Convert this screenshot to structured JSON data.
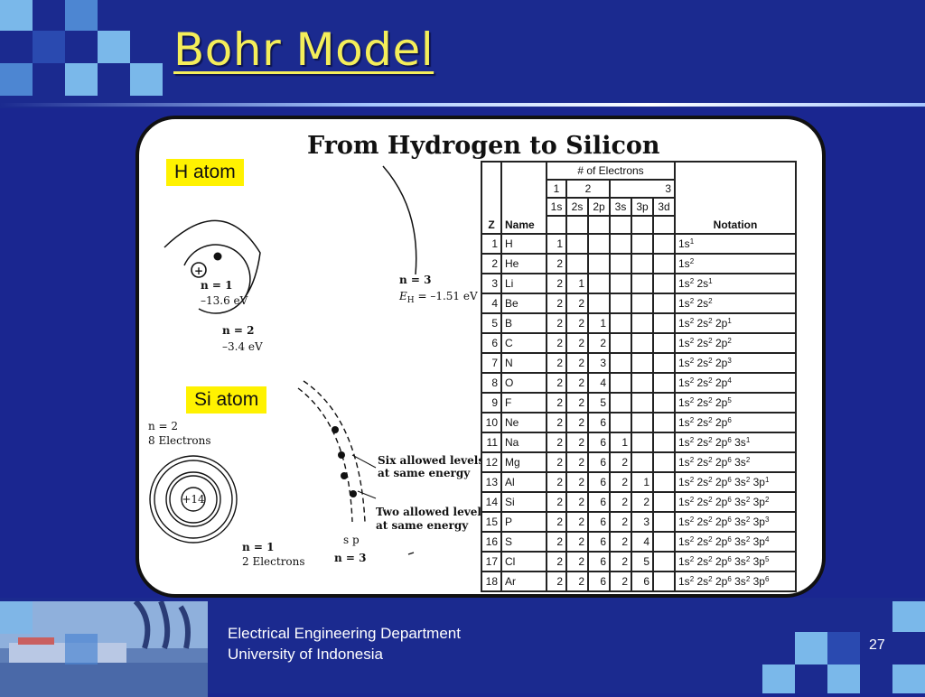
{
  "header": {
    "title": "Bohr Model"
  },
  "figure": {
    "title": "From Hydrogen to Silicon",
    "h_atom": {
      "label": "H atom",
      "nucleus": "+",
      "n1": "n = 1",
      "e1": "–13.6 eV",
      "n2": "n = 2",
      "e2": "–3.4 eV",
      "n3": "n = 3",
      "e3": "–1.51 eV",
      "eh": "E",
      "eh_sub": "H",
      "eh_eq": " = "
    },
    "si_atom": {
      "label": "Si atom",
      "nucleus": "+14",
      "n2": "n = 2",
      "n2_electrons": "8 Electrons",
      "n1": "n = 1",
      "n1_electrons": "2 Electrons",
      "n3": "n = 3",
      "sp": "s p",
      "six_levels": "Six allowed levels",
      "six_levels_2": "at same energy",
      "two_levels": "Two allowed levels",
      "two_levels_2": "at same energy"
    },
    "table": {
      "group_header": "# of Electrons",
      "shell_numbers": [
        "1",
        "2",
        "3"
      ],
      "col_z": "Z",
      "col_name": "Name",
      "subshells": [
        "1s",
        "2s",
        "2p",
        "3s",
        "3p",
        "3d"
      ],
      "col_notation": "Notation",
      "rows": [
        {
          "z": "1",
          "name": "H",
          "s1": "1",
          "s2": "",
          "p2": "",
          "s3": "",
          "p3": "",
          "d3": "",
          "notation": [
            [
              "1s",
              "1"
            ]
          ]
        },
        {
          "z": "2",
          "name": "He",
          "s1": "2",
          "s2": "",
          "p2": "",
          "s3": "",
          "p3": "",
          "d3": "",
          "notation": [
            [
              "1s",
              "2"
            ]
          ]
        },
        {
          "z": "3",
          "name": "Li",
          "s1": "2",
          "s2": "1",
          "p2": "",
          "s3": "",
          "p3": "",
          "d3": "",
          "notation": [
            [
              "1s",
              "2"
            ],
            [
              "2s",
              "1"
            ]
          ]
        },
        {
          "z": "4",
          "name": "Be",
          "s1": "2",
          "s2": "2",
          "p2": "",
          "s3": "",
          "p3": "",
          "d3": "",
          "notation": [
            [
              "1s",
              "2"
            ],
            [
              "2s",
              "2"
            ]
          ]
        },
        {
          "z": "5",
          "name": "B",
          "s1": "2",
          "s2": "2",
          "p2": "1",
          "s3": "",
          "p3": "",
          "d3": "",
          "notation": [
            [
              "1s",
              "2"
            ],
            [
              "2s",
              "2"
            ],
            [
              "2p",
              "1"
            ]
          ]
        },
        {
          "z": "6",
          "name": "C",
          "s1": "2",
          "s2": "2",
          "p2": "2",
          "s3": "",
          "p3": "",
          "d3": "",
          "notation": [
            [
              "1s",
              "2"
            ],
            [
              "2s",
              "2"
            ],
            [
              "2p",
              "2"
            ]
          ]
        },
        {
          "z": "7",
          "name": "N",
          "s1": "2",
          "s2": "2",
          "p2": "3",
          "s3": "",
          "p3": "",
          "d3": "",
          "notation": [
            [
              "1s",
              "2"
            ],
            [
              "2s",
              "2"
            ],
            [
              "2p",
              "3"
            ]
          ]
        },
        {
          "z": "8",
          "name": "O",
          "s1": "2",
          "s2": "2",
          "p2": "4",
          "s3": "",
          "p3": "",
          "d3": "",
          "notation": [
            [
              "1s",
              "2"
            ],
            [
              "2s",
              "2"
            ],
            [
              "2p",
              "4"
            ]
          ]
        },
        {
          "z": "9",
          "name": "F",
          "s1": "2",
          "s2": "2",
          "p2": "5",
          "s3": "",
          "p3": "",
          "d3": "",
          "notation": [
            [
              "1s",
              "2"
            ],
            [
              "2s",
              "2"
            ],
            [
              "2p",
              "5"
            ]
          ]
        },
        {
          "z": "10",
          "name": "Ne",
          "s1": "2",
          "s2": "2",
          "p2": "6",
          "s3": "",
          "p3": "",
          "d3": "",
          "notation": [
            [
              "1s",
              "2"
            ],
            [
              "2s",
              "2"
            ],
            [
              "2p",
              "6"
            ]
          ]
        },
        {
          "z": "11",
          "name": "Na",
          "s1": "2",
          "s2": "2",
          "p2": "6",
          "s3": "1",
          "p3": "",
          "d3": "",
          "notation": [
            [
              "1s",
              "2"
            ],
            [
              "2s",
              "2"
            ],
            [
              "2p",
              "6"
            ],
            [
              "3s",
              "1"
            ]
          ]
        },
        {
          "z": "12",
          "name": "Mg",
          "s1": "2",
          "s2": "2",
          "p2": "6",
          "s3": "2",
          "p3": "",
          "d3": "",
          "notation": [
            [
              "1s",
              "2"
            ],
            [
              "2s",
              "2"
            ],
            [
              "2p",
              "6"
            ],
            [
              "3s",
              "2"
            ]
          ]
        },
        {
          "z": "13",
          "name": "Al",
          "s1": "2",
          "s2": "2",
          "p2": "6",
          "s3": "2",
          "p3": "1",
          "d3": "",
          "notation": [
            [
              "1s",
              "2"
            ],
            [
              "2s",
              "2"
            ],
            [
              "2p",
              "6"
            ],
            [
              "3s",
              "2"
            ],
            [
              "3p",
              "1"
            ]
          ]
        },
        {
          "z": "14",
          "name": "Si",
          "s1": "2",
          "s2": "2",
          "p2": "6",
          "s3": "2",
          "p3": "2",
          "d3": "",
          "notation": [
            [
              "1s",
              "2"
            ],
            [
              "2s",
              "2"
            ],
            [
              "2p",
              "6"
            ],
            [
              "3s",
              "2"
            ],
            [
              "3p",
              "2"
            ]
          ]
        },
        {
          "z": "15",
          "name": "P",
          "s1": "2",
          "s2": "2",
          "p2": "6",
          "s3": "2",
          "p3": "3",
          "d3": "",
          "notation": [
            [
              "1s",
              "2"
            ],
            [
              "2s",
              "2"
            ],
            [
              "2p",
              "6"
            ],
            [
              "3s",
              "2"
            ],
            [
              "3p",
              "3"
            ]
          ]
        },
        {
          "z": "16",
          "name": "S",
          "s1": "2",
          "s2": "2",
          "p2": "6",
          "s3": "2",
          "p3": "4",
          "d3": "",
          "notation": [
            [
              "1s",
              "2"
            ],
            [
              "2s",
              "2"
            ],
            [
              "2p",
              "6"
            ],
            [
              "3s",
              "2"
            ],
            [
              "3p",
              "4"
            ]
          ]
        },
        {
          "z": "17",
          "name": "Cl",
          "s1": "2",
          "s2": "2",
          "p2": "6",
          "s3": "2",
          "p3": "5",
          "d3": "",
          "notation": [
            [
              "1s",
              "2"
            ],
            [
              "2s",
              "2"
            ],
            [
              "2p",
              "6"
            ],
            [
              "3s",
              "2"
            ],
            [
              "3p",
              "5"
            ]
          ]
        },
        {
          "z": "18",
          "name": "Ar",
          "s1": "2",
          "s2": "2",
          "p2": "6",
          "s3": "2",
          "p3": "6",
          "d3": "",
          "notation": [
            [
              "1s",
              "2"
            ],
            [
              "2s",
              "2"
            ],
            [
              "2p",
              "6"
            ],
            [
              "3s",
              "2"
            ],
            [
              "3p",
              "6"
            ]
          ]
        }
      ]
    }
  },
  "footer": {
    "line1": "Electrical Engineering Department",
    "line2": "University of Indonesia",
    "page": "27"
  },
  "colors": {
    "background": "#1b2a8f",
    "title": "#f4ee5a",
    "label_highlight": "#fff200",
    "square_light": "#7ab8ea",
    "square_mid": "#4d86d2",
    "square_dark": "#2a4ab0"
  }
}
